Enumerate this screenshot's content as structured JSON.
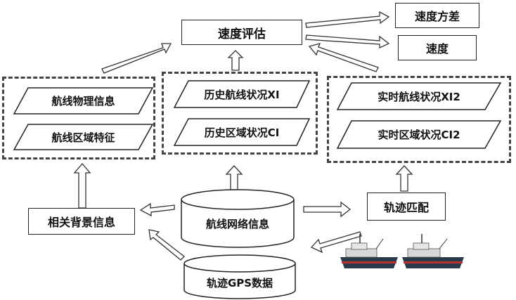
{
  "top": {
    "speed_eval": "速度评估",
    "speed_variance": "速度方差",
    "speed": "速度"
  },
  "left_group": {
    "items": [
      "航线物理信息",
      "航线区域特征"
    ]
  },
  "middle_group": {
    "items": [
      "历史航线状况XI",
      "历史区域状况CI"
    ]
  },
  "right_group": {
    "items": [
      "实时航线状况XI2",
      "实时区域状况CI2"
    ]
  },
  "bottom": {
    "background_info": "相关背景信息",
    "network_info": "航线网络信息",
    "track_match": "轨迹匹配",
    "gps_data": "轨迹GPS数据"
  }
}
